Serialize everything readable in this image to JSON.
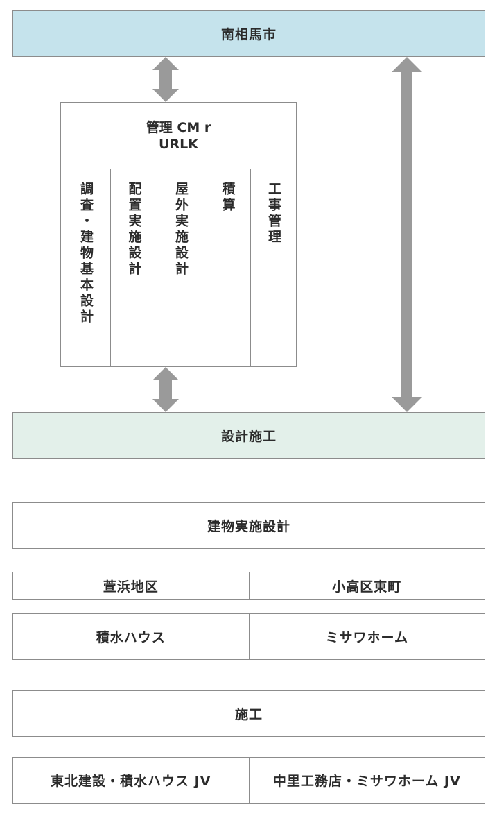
{
  "top": {
    "label": "南相馬市"
  },
  "cm": {
    "title_line1": "管理 CM r",
    "title_line2": "URLK",
    "columns": [
      {
        "label": "調査・建物基本設計"
      },
      {
        "label": "配置実施設計"
      },
      {
        "label": "屋外実施設計"
      },
      {
        "label": "積算"
      },
      {
        "label": "工事管理"
      }
    ]
  },
  "design_build": {
    "label": "設計施工"
  },
  "building_design": {
    "label": "建物実施設計"
  },
  "areas": {
    "left": "萱浜地区",
    "right": "小高区東町"
  },
  "designers": {
    "left": "積水ハウス",
    "right": "ミサワホーム"
  },
  "construction": {
    "label": "施工"
  },
  "contractors": {
    "left": "東北建設・積水ハウス JV",
    "right": "中里工務店・ミサワホーム JV"
  },
  "colors": {
    "top_fill": "#c5e3ec",
    "design_build_fill": "#e3f0ea",
    "arrow": "#9a9a9a",
    "border": "#8c8c8c"
  }
}
